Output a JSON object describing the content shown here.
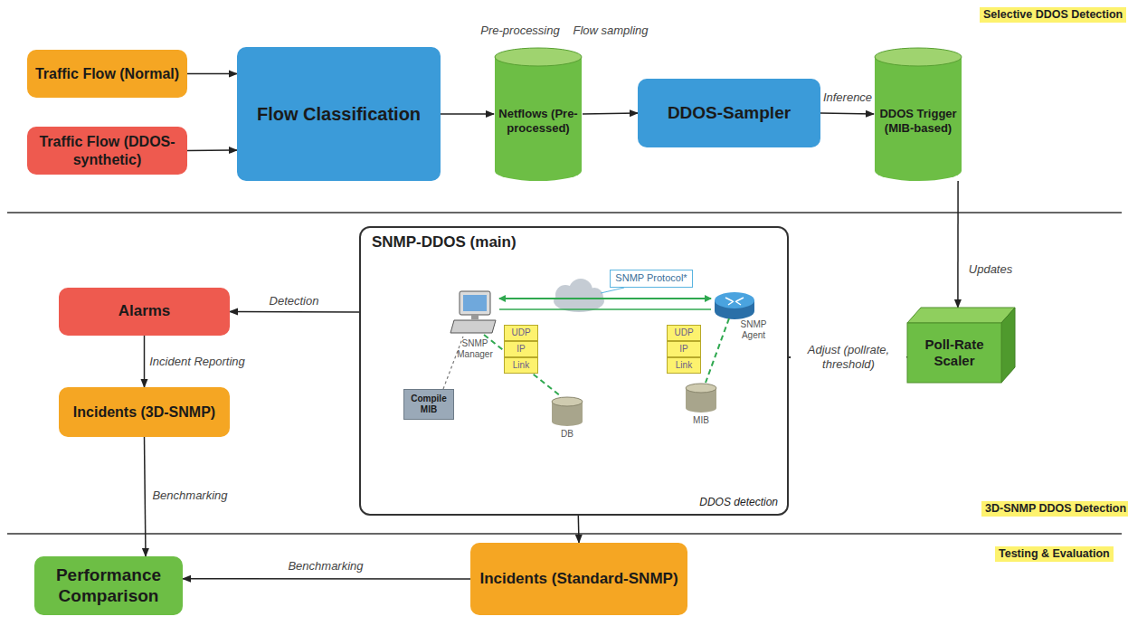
{
  "diagram": {
    "nodes": [
      {
        "text": [
          "Traffic Flow (Normal)"
        ]
      },
      {
        "text": [
          "Traffic Flow (DDOS-synthetic)"
        ]
      },
      {
        "text": [
          "Flow Classification"
        ]
      },
      {
        "text": [
          "Netflows (Pre-processed)"
        ]
      },
      {
        "text": [
          "DDOS-Sampler"
        ]
      },
      {
        "text": [
          "DDOS Trigger (MIB-based)"
        ]
      },
      {
        "text": [
          "SNMP-DDOS (main)",
          "DDOS detection"
        ]
      },
      {
        "text": [
          "Poll-Rate Scaler"
        ]
      },
      {
        "text": [
          "Alarms"
        ]
      },
      {
        "text": [
          "Incidents (3D-SNMP)"
        ]
      },
      {
        "text": [
          "Performance Comparison"
        ]
      },
      {
        "text": [
          "Incidents (Standard-SNMP)"
        ]
      },
      {
        "text": [
          "SNMP Protocol*"
        ],
        "in": 6
      },
      {
        "text": [
          "Compile MIB"
        ],
        "in": 6
      },
      {
        "text": [
          "UDP"
        ],
        "in": 6
      },
      {
        "text": [
          "IP"
        ],
        "in": 6
      },
      {
        "text": [
          "Link"
        ],
        "in": 6
      },
      {
        "text": [
          "UDP"
        ],
        "in": 6
      },
      {
        "text": [
          "IP"
        ],
        "in": 6
      },
      {
        "text": [
          "Link"
        ],
        "in": 6
      }
    ],
    "edges": [
      {
        "from": 0,
        "to": 2,
        "arrow": "to"
      },
      {
        "from": 1,
        "to": 2,
        "arrow": "to"
      },
      {
        "from": 2,
        "to": 3,
        "arrow": "to",
        "label": "Pre-processing"
      },
      {
        "from": 3,
        "to": 4,
        "arrow": "to",
        "label": "Flow sampling"
      },
      {
        "from": 4,
        "to": 5,
        "arrow": "to",
        "label": "Inference"
      },
      {
        "from": 5,
        "to": 7,
        "arrow": "to",
        "label": "Updates"
      },
      {
        "from": 7,
        "to": 6,
        "arrow": "to",
        "label": "Adjust (pollrate, threshold)"
      },
      {
        "from": 6,
        "to": 8,
        "arrow": "to",
        "label": "Detection"
      },
      {
        "from": 8,
        "to": 9,
        "arrow": "to",
        "label": "Incident Reporting"
      },
      {
        "from": 9,
        "to": 10,
        "arrow": "to",
        "label": "Benchmarking"
      },
      {
        "from": 11,
        "to": 10,
        "arrow": "to",
        "label": "Benchmarking"
      },
      {
        "from": 6,
        "to": 11,
        "arrow": "to"
      }
    ],
    "labels": [
      "SNMP Manager",
      "SNMP Agent",
      "DB",
      "MIB",
      "Selective DDOS Detection",
      "3D-SNMP DDOS Detection",
      "Testing & Evaluation"
    ]
  }
}
